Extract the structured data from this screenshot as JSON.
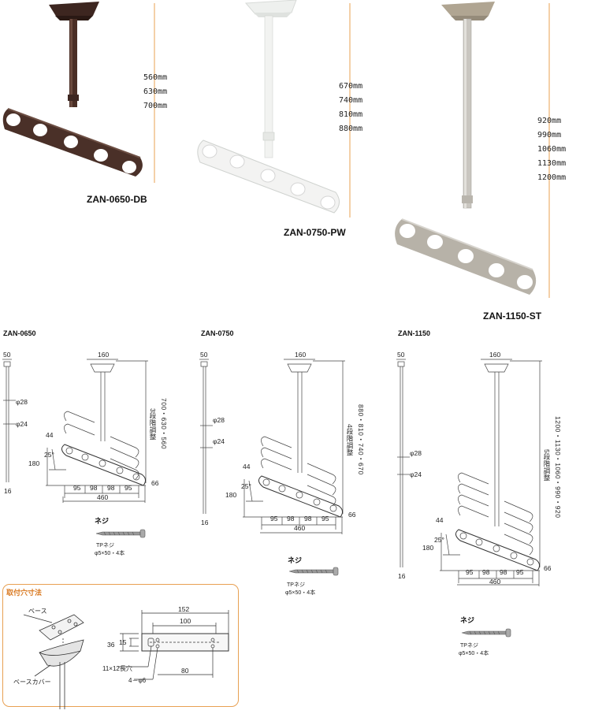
{
  "products": [
    {
      "model": "ZAN-0650-DB",
      "lengths": [
        "560mm",
        "630mm",
        "700mm"
      ],
      "color": "#4a3028"
    },
    {
      "model": "ZAN-0750-PW",
      "lengths": [
        "670mm",
        "740mm",
        "810mm",
        "880mm"
      ],
      "color": "#f0f0ee"
    },
    {
      "model": "ZAN-1150-ST",
      "lengths": [
        "920mm",
        "990mm",
        "1060mm",
        "1130mm",
        "1200mm"
      ],
      "color": "#b5b0a6"
    }
  ],
  "diagrams": [
    {
      "title": "ZAN-0650",
      "top_width": "160",
      "pole_width": "50",
      "dia_top": "φ28",
      "dia_bottom": "φ24",
      "bottom_len": "16",
      "adjust": "3段階調整",
      "adjust_values": "700・630・560",
      "height": "180",
      "angle": "25°",
      "arm_width": "44",
      "arm_end": "66",
      "spacings": [
        "95",
        "98",
        "98",
        "95"
      ],
      "total": "460"
    },
    {
      "title": "ZAN-0750",
      "top_width": "160",
      "pole_width": "50",
      "dia_top": "φ28",
      "dia_bottom": "φ24",
      "bottom_len": "16",
      "adjust": "4段階調整",
      "adjust_values": "880・810・740・670",
      "height": "180",
      "angle": "25°",
      "arm_width": "44",
      "arm_end": "66",
      "spacings": [
        "95",
        "98",
        "98",
        "95"
      ],
      "total": "460"
    },
    {
      "title": "ZAN-1150",
      "top_width": "160",
      "pole_width": "50",
      "dia_top": "φ28",
      "dia_bottom": "φ24",
      "bottom_len": "16",
      "adjust": "5段階調整",
      "adjust_values": "1200・1130・1060・990・920",
      "height": "180",
      "angle": "25°",
      "arm_width": "44",
      "arm_end": "66",
      "spacings": [
        "95",
        "98",
        "98",
        "95"
      ],
      "total": "460"
    }
  ],
  "screws": [
    {
      "title": "ネジ",
      "name": "TPネジ",
      "spec": "φ5×50・4本"
    },
    {
      "title": "ネジ",
      "name": "TPネジ",
      "spec": "φ5×50・4本"
    },
    {
      "title": "ネジ",
      "name": "TPネジ",
      "spec": "φ5×50・4本"
    }
  ],
  "mount": {
    "title": "取付穴寸法",
    "base_label": "ベース",
    "cover_label": "ベースカバー",
    "width_outer": "152",
    "width_inner": "100",
    "height_outer": "36",
    "height_inner": "15",
    "slot": "11×12長穴",
    "holes": "4－φ6",
    "offset": "80"
  }
}
